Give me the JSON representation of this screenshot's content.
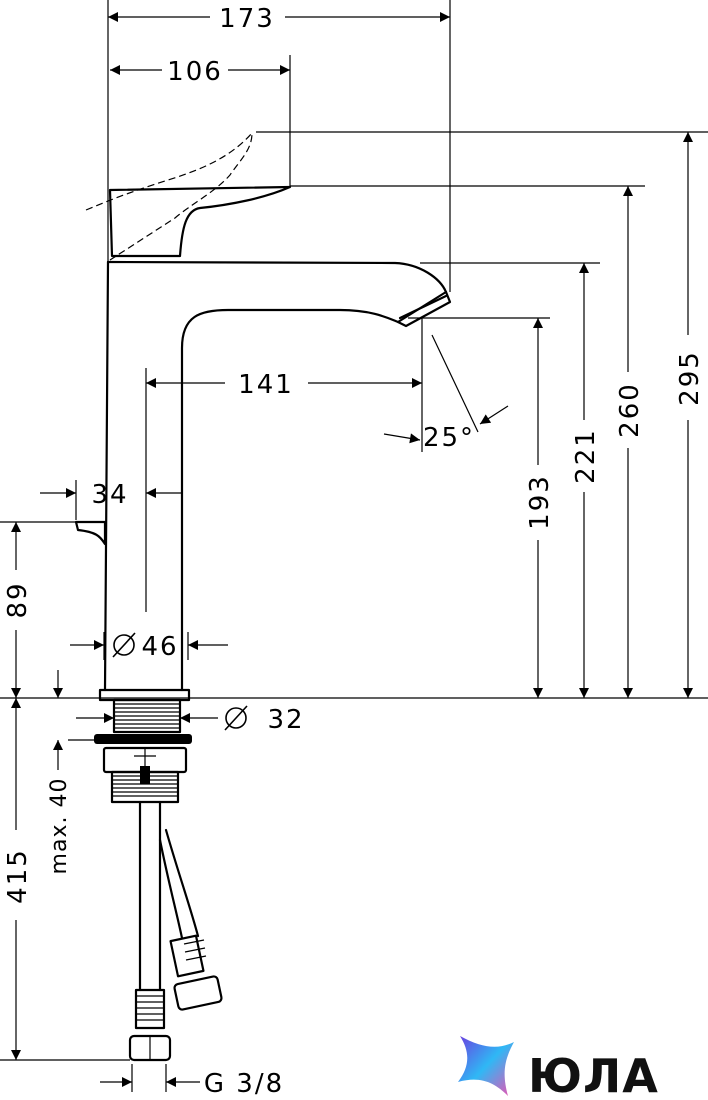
{
  "drawing": {
    "dimensions": {
      "total_reach": "173",
      "handle_reach": "106",
      "spout_projection": "141",
      "spray_angle": "25°",
      "height_handle_raised": "295",
      "height_handle": "260",
      "height_spout_top": "221",
      "height_spout_outlet": "193",
      "body_diameter": "46",
      "lever_offset": "34",
      "drain_lever_height": "89",
      "shank_diameter": "32",
      "max_deck_thickness": "max. 40",
      "hose_length": "415",
      "connection_thread": "G 3/8"
    }
  },
  "logo": {
    "text": "ЮЛА",
    "colors": [
      "#6a3fe0",
      "#2fb8f5",
      "#f24fb0"
    ]
  }
}
